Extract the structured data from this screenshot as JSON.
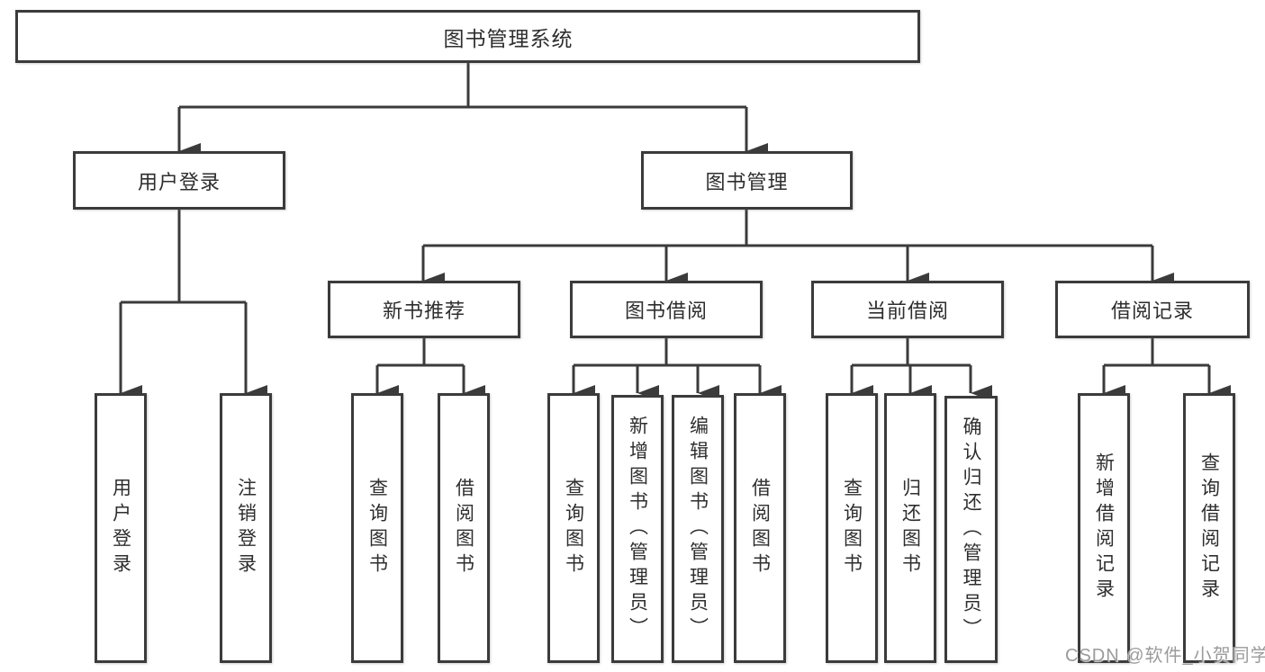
{
  "nodes": {
    "root": {
      "label": "图书管理系统"
    },
    "level1": {
      "user_login": {
        "label": "用户登录"
      },
      "book_management": {
        "label": "图书管理"
      }
    },
    "level2": {
      "new_book_recommend": {
        "label": "新书推荐"
      },
      "book_borrow": {
        "label": "图书借阅"
      },
      "current_borrow": {
        "label": "当前借阅"
      },
      "borrow_records": {
        "label": "借阅记录"
      }
    },
    "leaves": {
      "user_login": {
        "label": "用户登录"
      },
      "logout": {
        "label": "注销登录"
      },
      "recommend_query_books": {
        "label": "查询图书"
      },
      "recommend_borrow_books": {
        "label": "借阅图书"
      },
      "borrow_query_books": {
        "label": "查询图书"
      },
      "borrow_add_book": {
        "label": "新增图书（管理员）"
      },
      "borrow_edit_book": {
        "label": "编辑图书（管理员）"
      },
      "borrow_borrow_books": {
        "label": "借阅图书"
      },
      "current_query_books": {
        "label": "查询图书"
      },
      "current_return_book": {
        "label": "归还图书"
      },
      "current_confirm_return": {
        "label": "确认归还（管理员）"
      },
      "records_add_record": {
        "label": "新增借阅记录"
      },
      "records_query_record": {
        "label": "查询借阅记录"
      }
    }
  },
  "watermark": {
    "text": "CSDN @软件_小贺同学"
  },
  "colors": {
    "line": "#3b3b3b",
    "box_background": "#ffffff",
    "text": "#2e2e2e",
    "watermark": "#9b9b9b",
    "background": "#ffffff"
  }
}
